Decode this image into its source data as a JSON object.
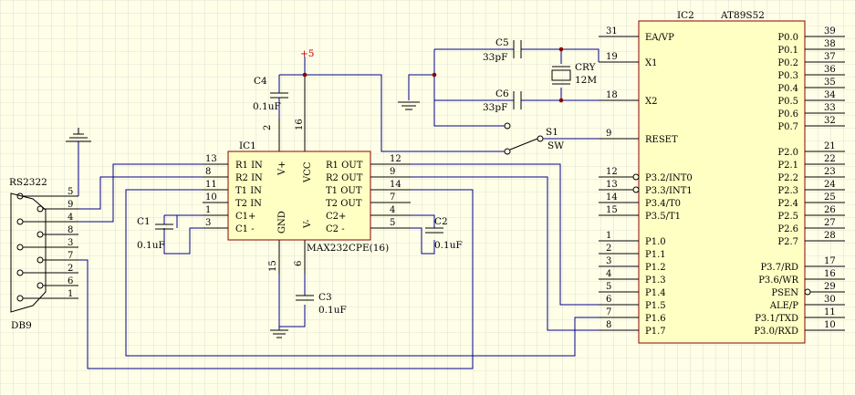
{
  "colors": {
    "background": "#ffffe8",
    "grid": "#c8c8c8",
    "wire": "#00008b",
    "chip_fill": "#ffffc4",
    "chip_border": "#8b0000",
    "label_red": "#c00000",
    "junction": "#8b0000"
  },
  "power": {
    "vcc": "+5"
  },
  "connector": {
    "title": "RS2322",
    "ref": "DB9",
    "pins": [
      "5",
      "9",
      "4",
      "8",
      "3",
      "7",
      "2",
      "6",
      "1"
    ]
  },
  "caps": {
    "c1": {
      "ref": "C1",
      "value": "0.1uF"
    },
    "c2": {
      "ref": "C2",
      "value": "0.1uF"
    },
    "c3": {
      "ref": "C3",
      "value": "0.1uF"
    },
    "c4": {
      "ref": "C4",
      "value": "0.1uF"
    },
    "c5": {
      "ref": "C5",
      "value": "33pF"
    },
    "c6": {
      "ref": "C6",
      "value": "33pF"
    }
  },
  "crystal": {
    "ref": "CRY",
    "value": "12M"
  },
  "switch": {
    "ref": "S1",
    "value": "SW"
  },
  "ic1": {
    "ref": "IC1",
    "part": "MAX232CPE(16)",
    "top_pins": [
      {
        "num": "2",
        "name": "V+"
      },
      {
        "num": "16",
        "name": "VCC"
      }
    ],
    "bottom_pins": [
      {
        "num": "15",
        "name": "GND"
      },
      {
        "num": "6",
        "name": "V-"
      }
    ],
    "left_pins": [
      {
        "num": "13",
        "name": "R1 IN"
      },
      {
        "num": "8",
        "name": "R2 IN"
      },
      {
        "num": "11",
        "name": "T1 IN"
      },
      {
        "num": "10",
        "name": "T2 IN"
      },
      {
        "num": "1",
        "name": "C1+"
      },
      {
        "num": "3",
        "name": "C1 -"
      }
    ],
    "right_pins": [
      {
        "num": "12",
        "name": "R1 OUT"
      },
      {
        "num": "9",
        "name": "R2 OUT"
      },
      {
        "num": "14",
        "name": "T1 OUT"
      },
      {
        "num": "7",
        "name": "T2 OUT"
      },
      {
        "num": "4",
        "name": "C2+"
      },
      {
        "num": "5",
        "name": "C2 -"
      }
    ]
  },
  "ic2": {
    "ref": "IC2",
    "part": "AT89S52",
    "left_pins": [
      {
        "num": "31",
        "name": "EA/VP"
      },
      {
        "num": "19",
        "name": "X1"
      },
      {
        "num": "18",
        "name": "X2"
      },
      {
        "num": "9",
        "name": "RESET"
      },
      {
        "num": "12",
        "name": "P3.2/INT0"
      },
      {
        "num": "13",
        "name": "P3.3/INT1"
      },
      {
        "num": "14",
        "name": "P3.4/T0"
      },
      {
        "num": "15",
        "name": "P3.5/T1"
      },
      {
        "num": "1",
        "name": "P1.0"
      },
      {
        "num": "2",
        "name": "P1.1"
      },
      {
        "num": "3",
        "name": "P1.2"
      },
      {
        "num": "4",
        "name": "P1.3"
      },
      {
        "num": "5",
        "name": "P1.4"
      },
      {
        "num": "6",
        "name": "P1.5"
      },
      {
        "num": "7",
        "name": "P1.6"
      },
      {
        "num": "8",
        "name": "P1.7"
      }
    ],
    "right_pins": [
      {
        "num": "39",
        "name": "P0.0"
      },
      {
        "num": "38",
        "name": "P0.1"
      },
      {
        "num": "37",
        "name": "P0.2"
      },
      {
        "num": "36",
        "name": "P0.3"
      },
      {
        "num": "35",
        "name": "P0.4"
      },
      {
        "num": "34",
        "name": "P0.5"
      },
      {
        "num": "33",
        "name": "P0.6"
      },
      {
        "num": "32",
        "name": "P0.7"
      },
      {
        "num": "21",
        "name": "P2.0"
      },
      {
        "num": "22",
        "name": "P2.1"
      },
      {
        "num": "23",
        "name": "P2.2"
      },
      {
        "num": "24",
        "name": "P2.3"
      },
      {
        "num": "25",
        "name": "P2.4"
      },
      {
        "num": "26",
        "name": "P2.5"
      },
      {
        "num": "27",
        "name": "P2.6"
      },
      {
        "num": "28",
        "name": "P2.7"
      },
      {
        "num": "17",
        "name": "P3.7/RD"
      },
      {
        "num": "16",
        "name": "P3.6/WR"
      },
      {
        "num": "29",
        "name": "PSEN"
      },
      {
        "num": "30",
        "name": "ALE/P"
      },
      {
        "num": "11",
        "name": "P3.1/TXD"
      },
      {
        "num": "10",
        "name": "P3.0/RXD"
      }
    ]
  }
}
